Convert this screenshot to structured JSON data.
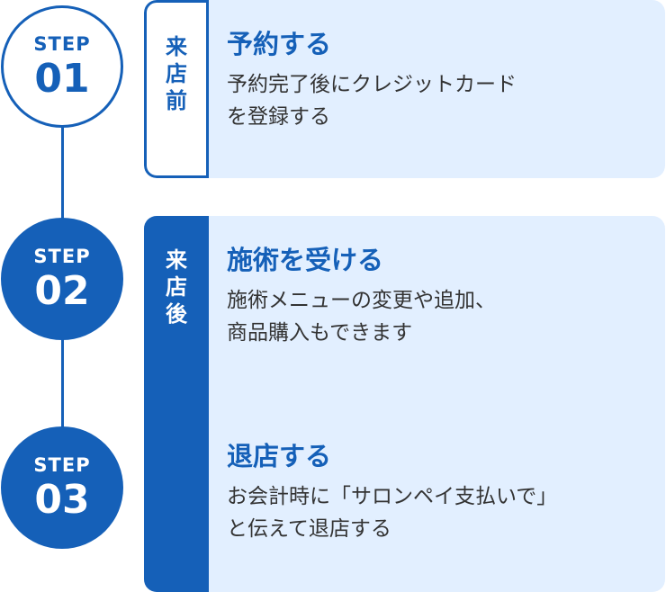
{
  "steps": [
    {
      "label": "STEP",
      "number": "01"
    },
    {
      "label": "STEP",
      "number": "02"
    },
    {
      "label": "STEP",
      "number": "03"
    }
  ],
  "phases": [
    {
      "chars": [
        "来",
        "店",
        "前"
      ]
    },
    {
      "chars": [
        "来",
        "店",
        "後"
      ]
    }
  ],
  "items": [
    {
      "title": "予約する",
      "desc_lines": [
        "予約完了後にクレジットカード",
        "を登録する"
      ]
    },
    {
      "title": "施術を受ける",
      "desc_lines": [
        "施術メニューの変更や追加、",
        "商品購入もできます"
      ]
    },
    {
      "title": "退店する",
      "desc_lines": [
        "お会計時に「サロンペイ支払いで」",
        "と伝えて退店する"
      ]
    }
  ],
  "colors": {
    "primary": "#1560b8",
    "card_bg": "#e2efff",
    "text": "#333333"
  }
}
